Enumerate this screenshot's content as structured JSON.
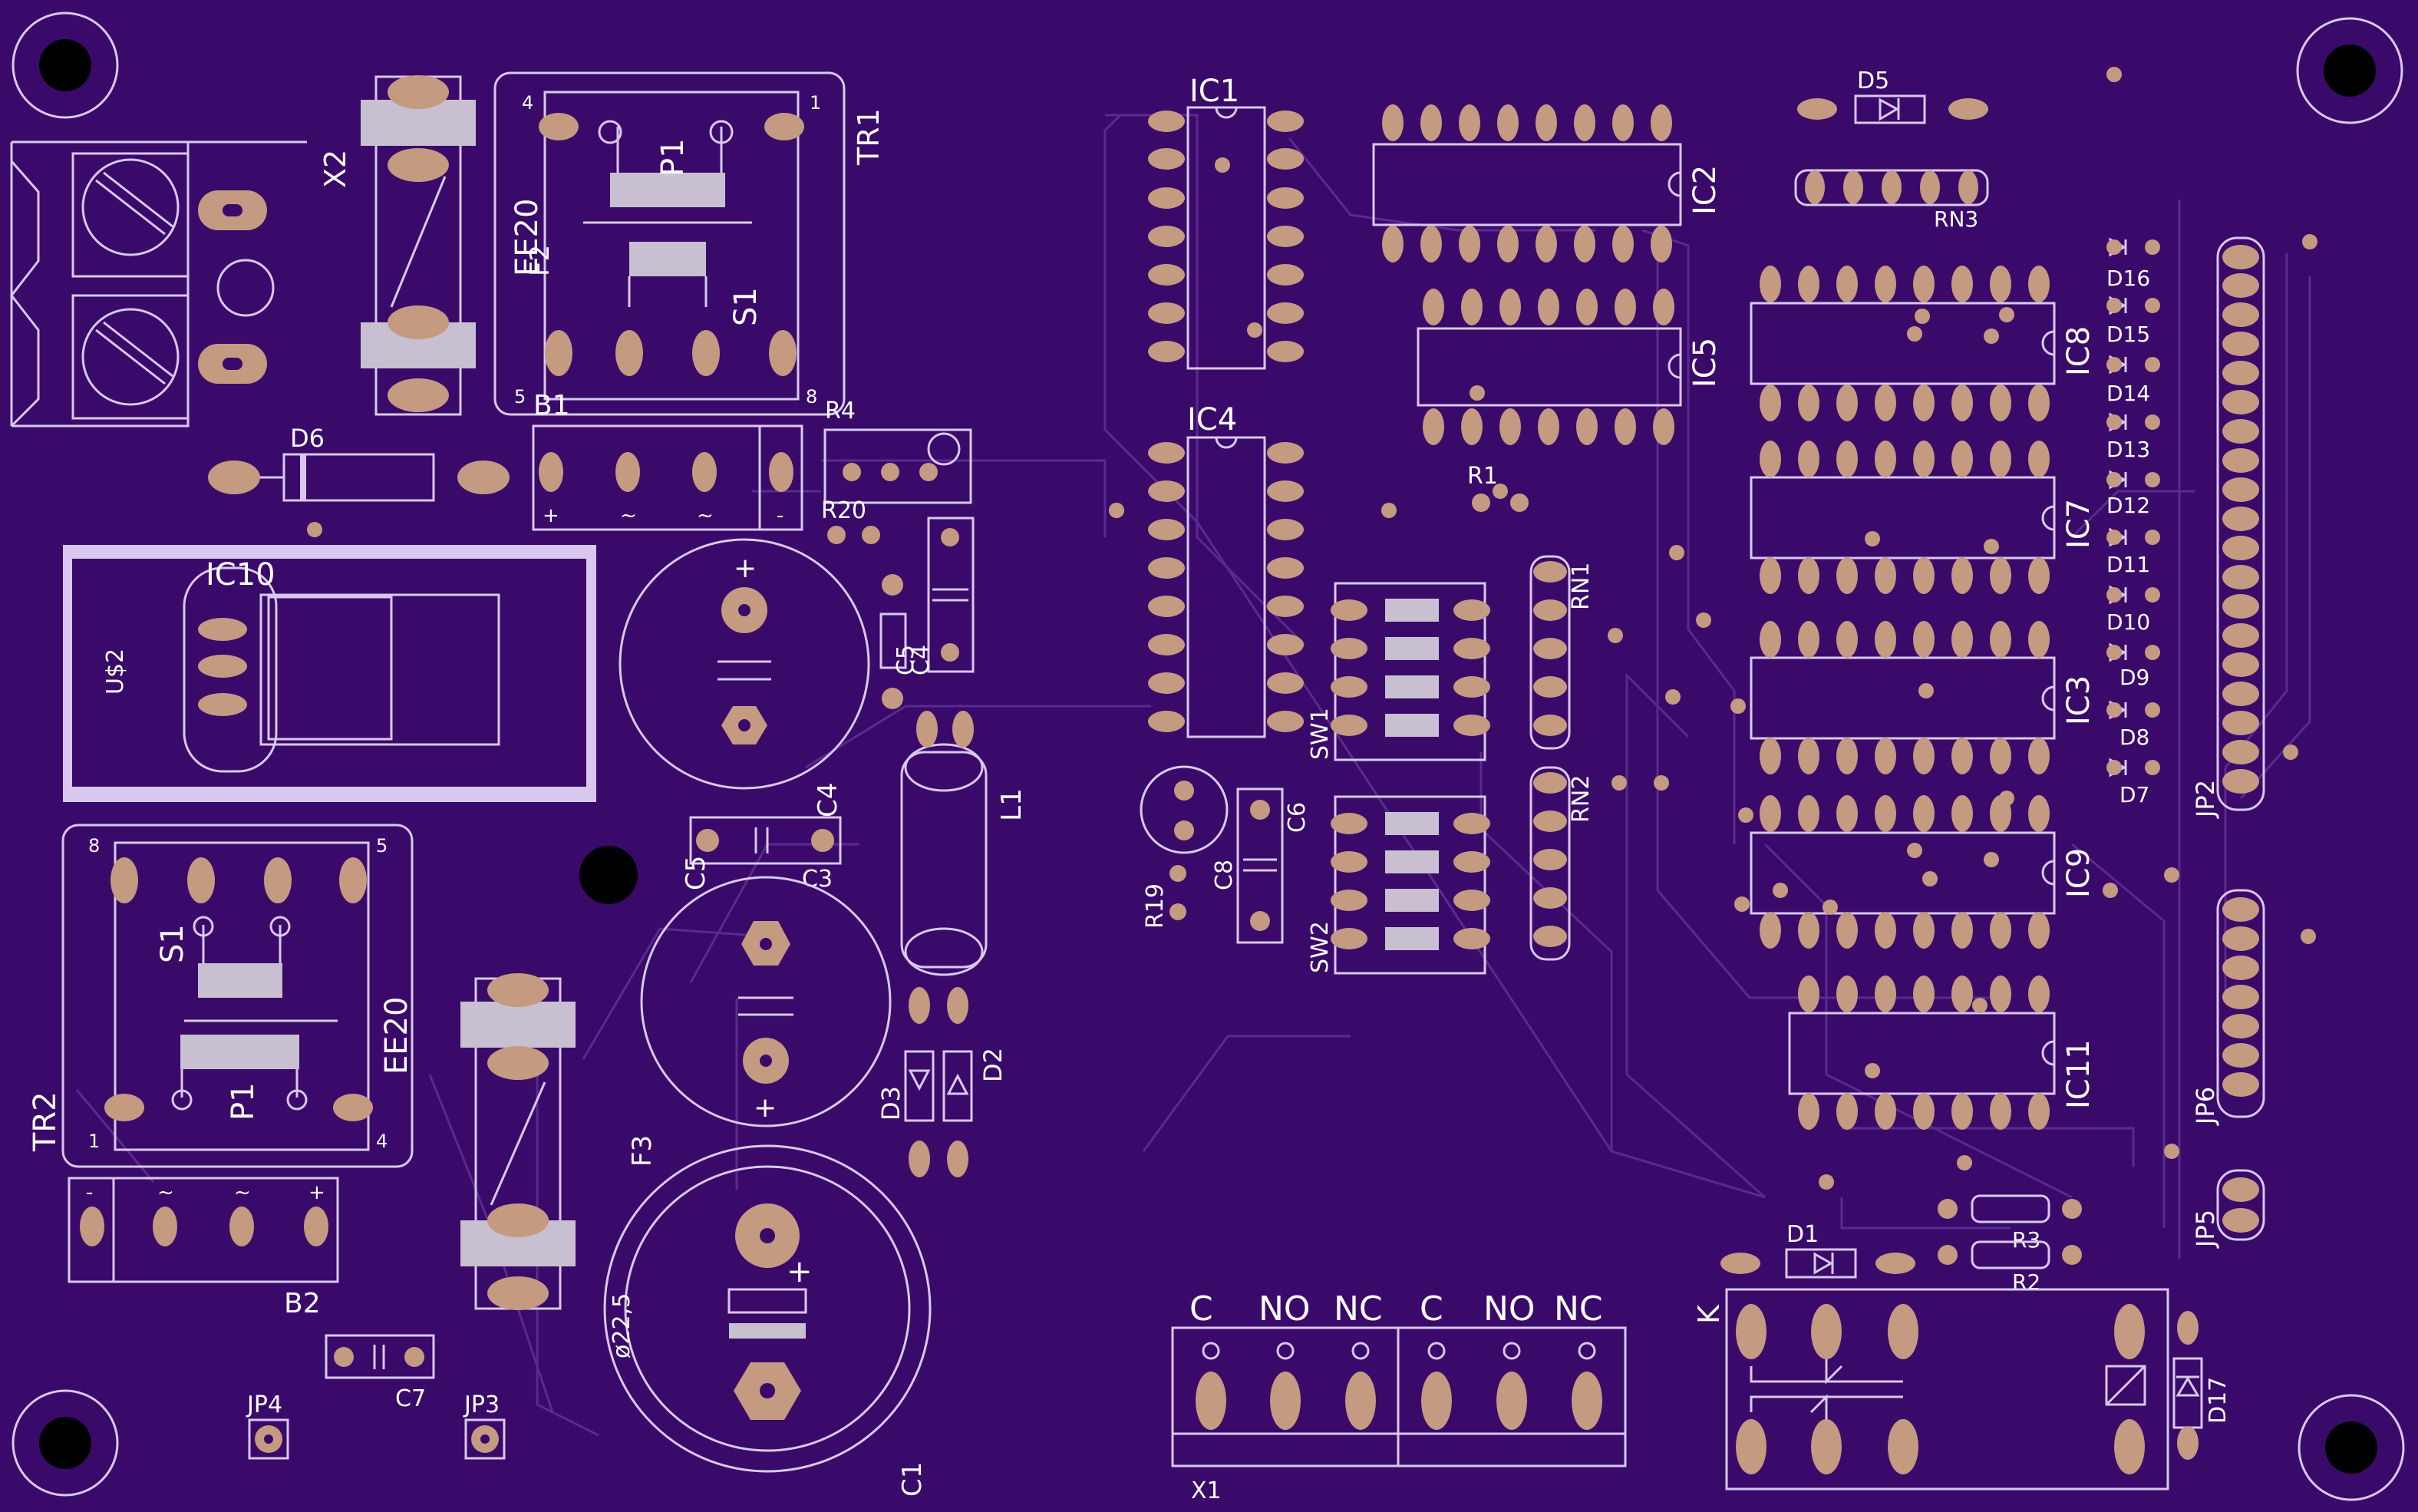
{
  "board": {
    "background": "#3a0a6a",
    "silkscreen_color": "#ffffff",
    "pad_color": "#c49a80",
    "trace_color": "#5a2a90"
  },
  "labels": {
    "x2": "X2",
    "tr1": "TR1",
    "ee20_top": "EE20",
    "f2": "F2",
    "p1_top": "P1",
    "s1_top": "S1",
    "pin4_top": "4",
    "pin1_top": "1",
    "pin5_top": "5",
    "pin8_top": "8",
    "b1": "B1",
    "r4": "R4",
    "r20": "R20",
    "d6": "D6",
    "ic10": "IC10",
    "us2": "U$2",
    "c4": "C4",
    "c5": "C5",
    "c3": "C3",
    "c4b": "C4",
    "c5b": "C5",
    "l1": "L1",
    "tr2": "TR2",
    "ee20_bot": "EE20",
    "p1_bot": "P1",
    "s1_bot": "S1",
    "pin8_bot": "8",
    "pin5_bot": "5",
    "pin1_bot": "1",
    "pin4_bot": "4",
    "b2": "B2",
    "f3": "F3",
    "c1": "C1",
    "dia": "ø22,5",
    "c7": "C7",
    "jp4": "JP4",
    "jp3": "JP3",
    "d3": "D3",
    "d2": "D2",
    "ic1": "IC1",
    "ic2": "IC2",
    "ic4": "IC4",
    "ic5": "IC5",
    "r1": "R1",
    "rn1": "RN1",
    "rn2": "RN2",
    "sw1": "SW1",
    "sw2": "SW2",
    "c6": "C6",
    "c8": "C8",
    "r19": "R19",
    "d5": "D5",
    "rn3": "RN3",
    "ic8": "IC8",
    "ic7": "IC7",
    "ic3": "IC3",
    "ic9": "IC9",
    "ic11": "IC11",
    "d16": "D16",
    "d15": "D15",
    "d14": "D14",
    "d13": "D13",
    "d12": "D12",
    "d11": "D11",
    "d10": "D10",
    "d9": "D9",
    "d8": "D8",
    "d7": "D7",
    "jp2": "JP2",
    "jp6": "JP6",
    "jp5": "JP5",
    "d1": "D1",
    "r3": "R3",
    "r2": "R2",
    "k": "K",
    "d17": "D17",
    "x1": "X1",
    "plus": "+",
    "minus": "-",
    "tilde": "~",
    "relay_c1": "C",
    "relay_no1": "NO",
    "relay_nc1": "NC",
    "relay_c2": "C",
    "relay_no2": "NO",
    "relay_nc2": "NC"
  }
}
